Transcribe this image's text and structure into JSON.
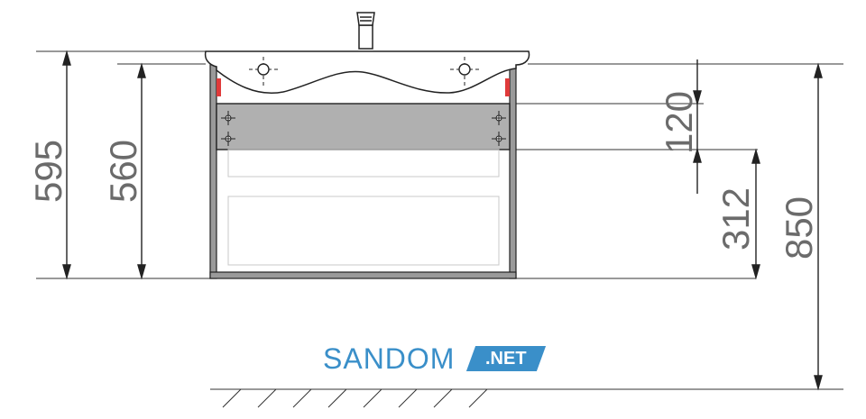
{
  "dimensions": {
    "total_height": "595",
    "body_height": "560",
    "drawer_height": "120",
    "mount_height": "312",
    "floor_height": "850"
  },
  "watermark": {
    "brand": "SANDOM",
    "suffix": ".NET",
    "color": "#3a8fc9"
  },
  "colors": {
    "line": "#222222",
    "panel": "#b0b0b0",
    "accent": "#e03a3a",
    "text": "#6b6b6b"
  }
}
